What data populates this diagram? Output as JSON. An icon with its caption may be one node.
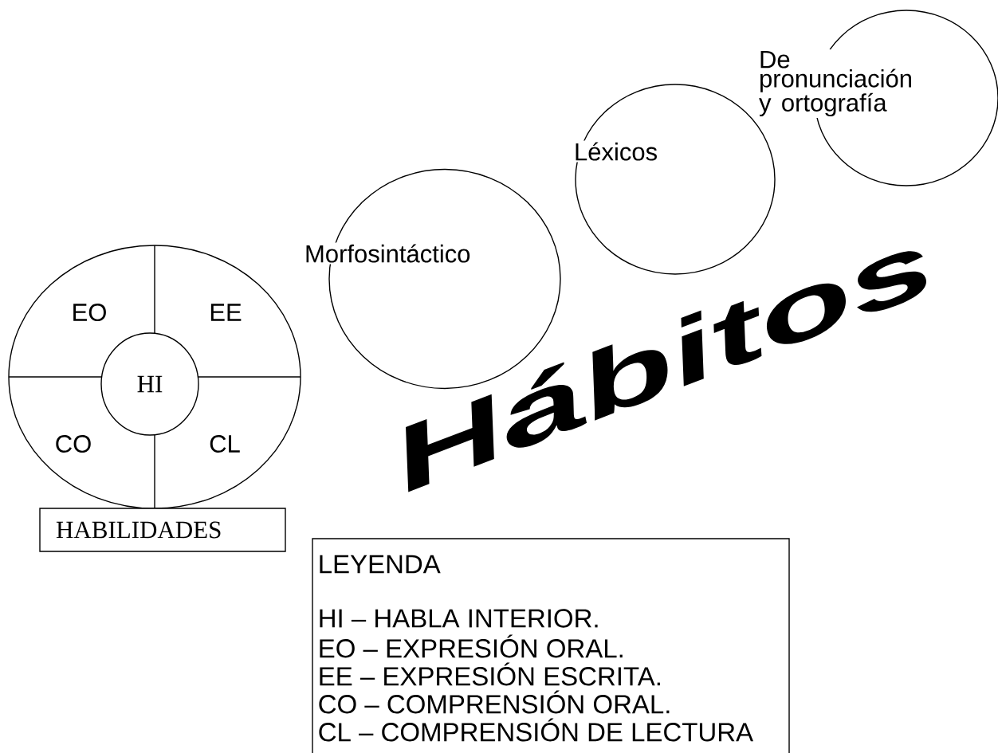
{
  "diagram": {
    "nodes": [
      {
        "text": [
          "EO",
          "EE",
          "CO",
          "CL"
        ]
      },
      {
        "text": [
          "HI"
        ],
        "in": 0
      },
      {
        "text": [
          "HABILIDADES"
        ]
      },
      {
        "text": [
          "Morfosintáctico"
        ]
      },
      {
        "text": [
          "Léxicos"
        ]
      },
      {
        "text": [
          "De pronunciación y ortografía"
        ]
      },
      {
        "text": [
          "LEYENDA",
          "HI – HABLA INTERIOR.",
          "EO – EXPRESIÓN ORAL.",
          "EE – EXPRESIÓN ESCRITA.",
          "CO – COMPRENSIÓN ORAL.",
          "CL – COMPRENSIÓN DE LECTURA"
        ]
      }
    ],
    "labels": [
      "Hábitos"
    ]
  }
}
